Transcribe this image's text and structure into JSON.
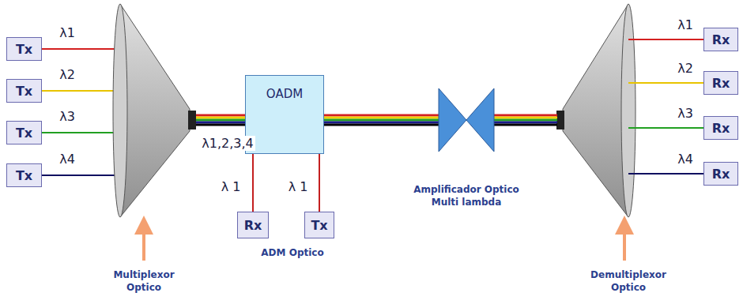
{
  "diagram": {
    "nodes": [
      {
        "text": [
          "Tx"
        ]
      },
      {
        "text": [
          "Tx"
        ]
      },
      {
        "text": [
          "Tx"
        ]
      },
      {
        "text": [
          "Tx"
        ]
      },
      {
        "text": [
          "OADM"
        ]
      },
      {
        "text": [
          "Rx"
        ]
      },
      {
        "text": [
          "Tx"
        ]
      },
      {
        "text": [
          "Rx"
        ]
      },
      {
        "text": [
          "Rx"
        ]
      },
      {
        "text": [
          "Rx"
        ]
      },
      {
        "text": [
          "Rx"
        ]
      }
    ],
    "edges": [
      {
        "from": 4,
        "to": 5,
        "arrow": "none"
      },
      {
        "from": 6,
        "to": 4,
        "arrow": "none"
      }
    ],
    "labels": [
      "λ1",
      "λ2",
      "λ3",
      "λ4",
      "λ1,2,3,4",
      "λ 1",
      "λ 1",
      "λ1",
      "λ2",
      "λ3",
      "λ4",
      "Multiplexor Optico",
      "ADM Optico",
      "Amplificador Optico Multi lambda",
      "Demultiplexor Optico"
    ]
  }
}
